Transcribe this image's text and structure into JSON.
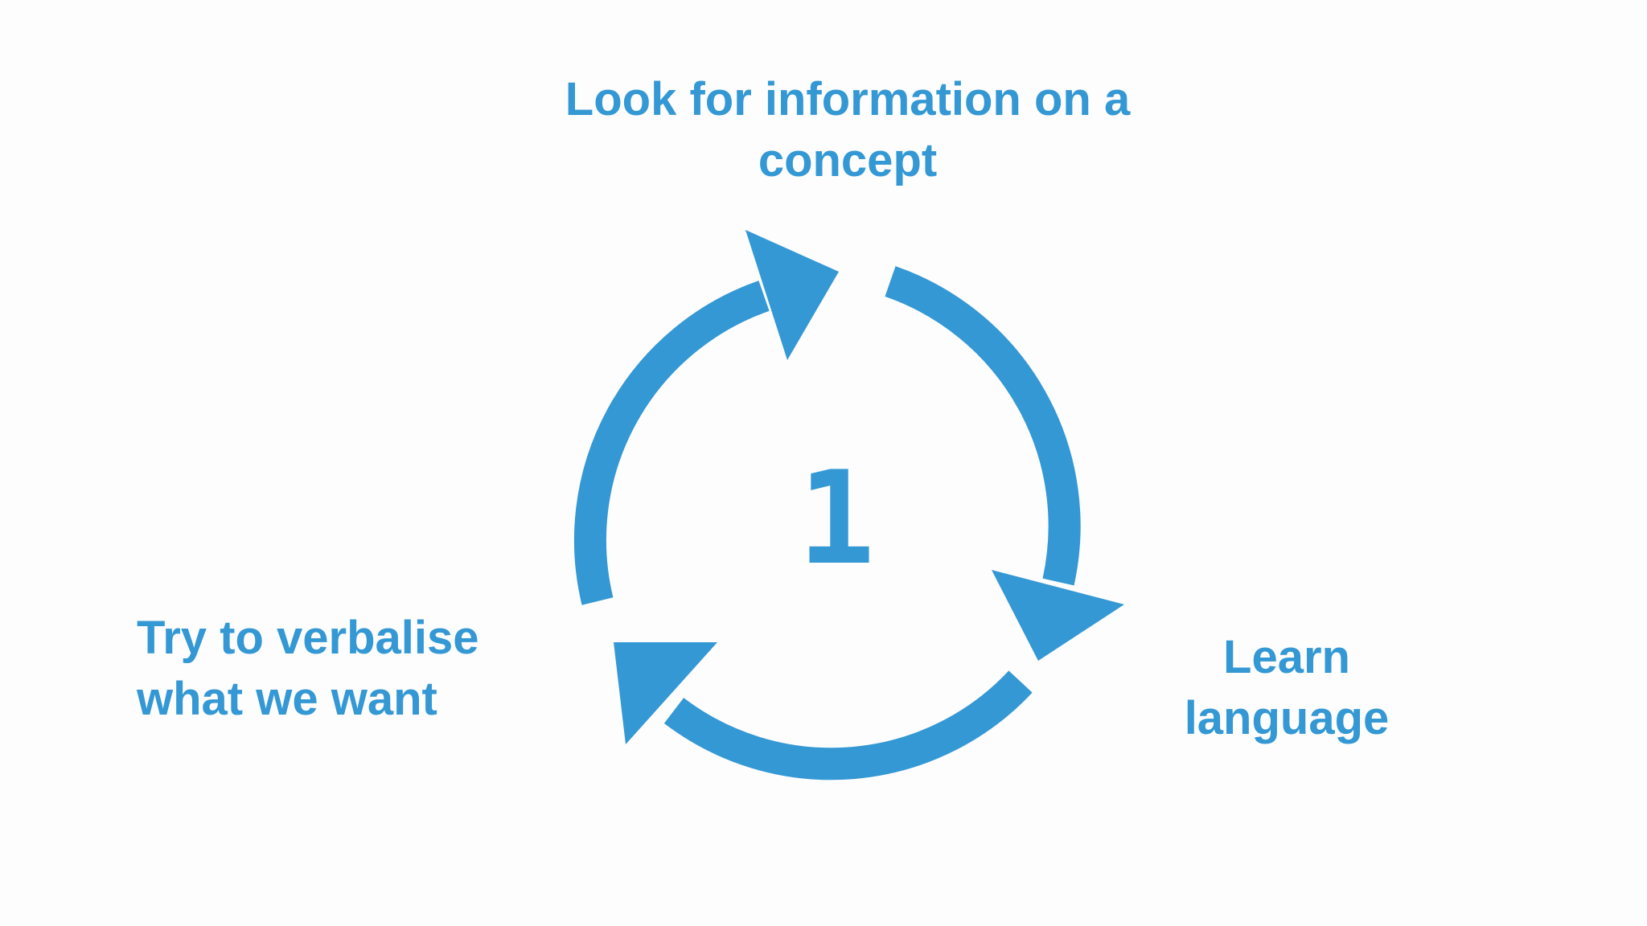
{
  "diagram": {
    "accent_color": "#3498d4",
    "step_number": "1",
    "steps": [
      {
        "line1": "Look for information on a",
        "line2": "concept"
      },
      {
        "line1": "Learn",
        "line2": "language"
      },
      {
        "line1": "Try to verbalise",
        "line2": "what we want"
      }
    ]
  }
}
